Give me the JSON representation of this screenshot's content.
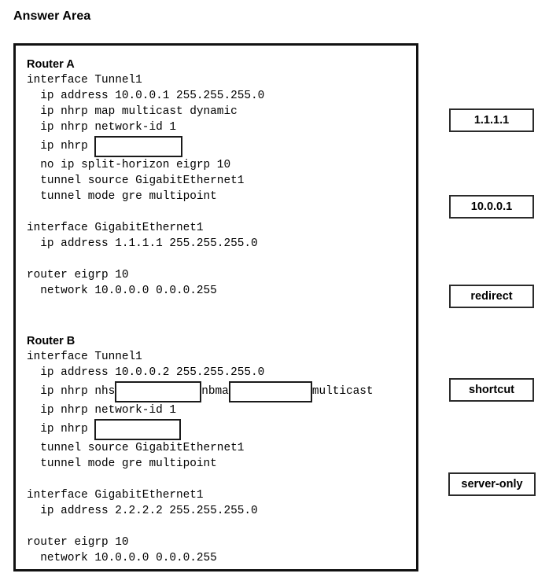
{
  "page": {
    "title": "Answer Area"
  },
  "answer_area": {
    "routers": [
      {
        "label": "Router A",
        "lines": [
          {
            "type": "code",
            "text": "interface Tunnel1"
          },
          {
            "type": "code",
            "text": "  ip address 10.0.0.1 255.255.255.0"
          },
          {
            "type": "code",
            "text": "  ip nhrp map multicast dynamic"
          },
          {
            "type": "code",
            "text": "  ip nhrp network-id 1"
          },
          {
            "type": "field",
            "prefix": "  ip nhrp ",
            "field": "a-nhrp",
            "value": "",
            "suffix": ""
          },
          {
            "type": "code",
            "text": "  no ip split-horizon eigrp 10"
          },
          {
            "type": "code",
            "text": "  tunnel source GigabitEthernet1"
          },
          {
            "type": "code",
            "text": "  tunnel mode gre multipoint"
          },
          {
            "type": "blank",
            "text": ""
          },
          {
            "type": "code",
            "text": "interface GigabitEthernet1"
          },
          {
            "type": "code",
            "text": "  ip address 1.1.1.1 255.255.255.0"
          },
          {
            "type": "blank",
            "text": ""
          },
          {
            "type": "code",
            "text": "router eigrp 10"
          },
          {
            "type": "code",
            "text": "  network 10.0.0.0 0.0.0.255"
          }
        ]
      },
      {
        "label": "Router B",
        "lines": [
          {
            "type": "code",
            "text": "interface Tunnel1"
          },
          {
            "type": "code",
            "text": "  ip address 10.0.0.2 255.255.255.0"
          },
          {
            "type": "field2",
            "prefix": "  ip nhrp nhs",
            "field": "b-nhs",
            "value": "",
            "middle": "nbma",
            "field2": "b-nbma",
            "value2": "",
            "suffix": "multicast"
          },
          {
            "type": "code",
            "text": "  ip nhrp network-id 1"
          },
          {
            "type": "field",
            "prefix": "  ip nhrp ",
            "field": "b-nhrp",
            "value": "",
            "suffix": ""
          },
          {
            "type": "code",
            "text": "  tunnel source GigabitEthernet1"
          },
          {
            "type": "code",
            "text": "  tunnel mode gre multipoint"
          },
          {
            "type": "blank",
            "text": ""
          },
          {
            "type": "code",
            "text": "interface GigabitEthernet1"
          },
          {
            "type": "code",
            "text": "  ip address 2.2.2.2 255.255.255.0"
          },
          {
            "type": "blank",
            "text": ""
          },
          {
            "type": "code",
            "text": "router eigrp 10"
          },
          {
            "type": "code",
            "text": "  network 10.0.0.0 0.0.0.255"
          }
        ]
      }
    ]
  },
  "tokens": [
    {
      "label": "1.1.1.1"
    },
    {
      "label": "10.0.0.1"
    },
    {
      "label": "redirect"
    },
    {
      "label": "shortcut"
    },
    {
      "label": "server-only"
    }
  ],
  "colors": {
    "border": "#111111",
    "field_border": "#1a1a1a",
    "token_border": "#2b2b2b",
    "background": "#ffffff",
    "text": "#000000"
  }
}
